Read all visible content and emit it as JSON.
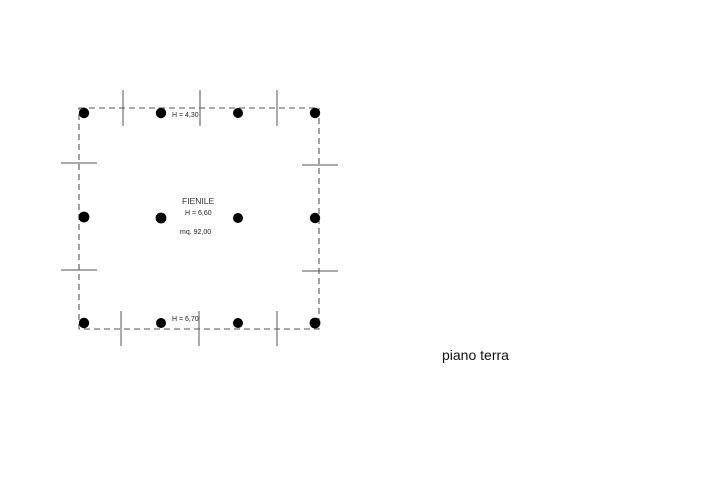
{
  "plan": {
    "room_name": "FIENILE",
    "room_height": "H = 6,60",
    "room_area": "mq. 92,00",
    "top_height": "H = 4,30",
    "bottom_height": "H = 6,70",
    "caption": "piano terra"
  },
  "colors": {
    "line": "#555555",
    "column": "#000000",
    "text": "#222222"
  }
}
